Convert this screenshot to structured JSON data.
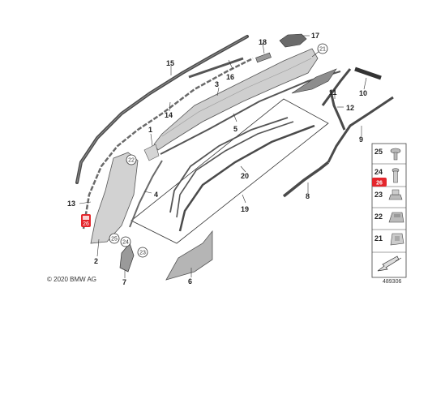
{
  "callouts": {
    "n1": "1",
    "n2": "2",
    "n3": "3",
    "n4": "4",
    "n5": "5",
    "n6": "6",
    "n7": "7",
    "n8": "8",
    "n9": "9",
    "n10": "10",
    "n11": "11",
    "n12": "12",
    "n13": "13",
    "n14": "14",
    "n15": "15",
    "n16": "16",
    "n17": "17",
    "n18": "18",
    "n19": "19",
    "n20": "20",
    "c21": "21",
    "c22": "22",
    "c23": "23",
    "c24": "24",
    "c25": "25",
    "c26": "26"
  },
  "hardware_panel": {
    "items": [
      {
        "label": "25"
      },
      {
        "label": "24"
      },
      {
        "label": "23"
      },
      {
        "label": "22"
      },
      {
        "label": "21"
      }
    ],
    "selected_label": "26"
  },
  "copyright": "© 2020 BMW AG",
  "diagram_code": "489306",
  "colors": {
    "highlight": "#e4262c",
    "outline": "#333333",
    "trim_gray": "#c8c8c8",
    "strip_dark": "#4a4a4a"
  }
}
